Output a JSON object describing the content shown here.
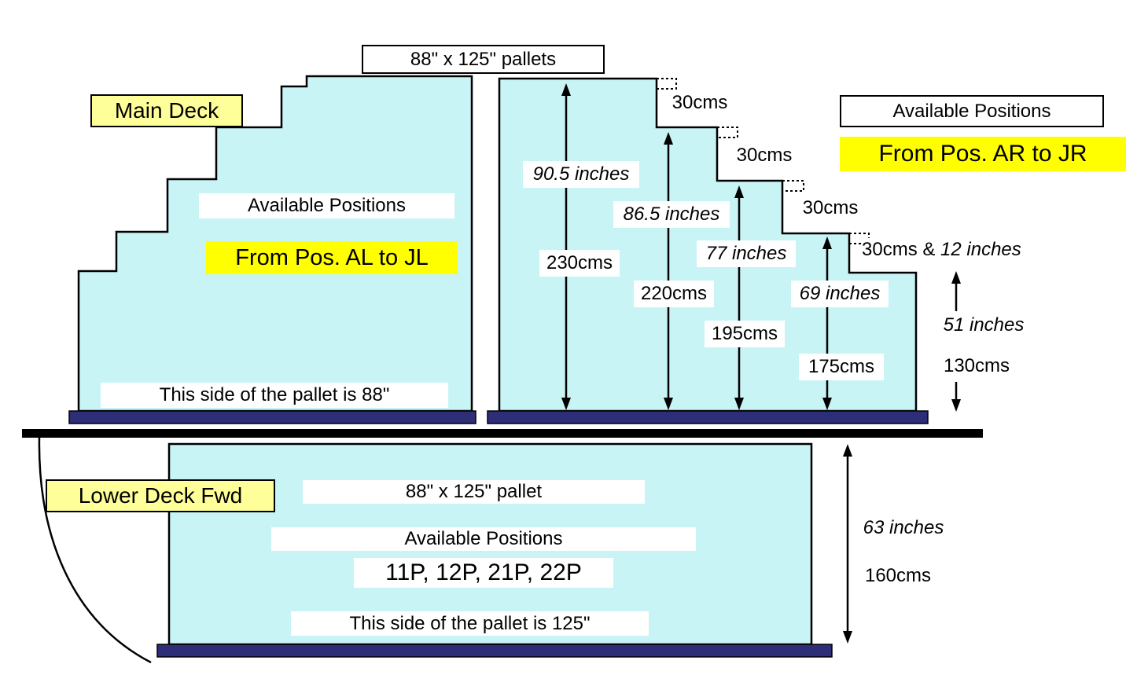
{
  "colors": {
    "cyan": "#c9f4f6",
    "yellow": "#ffff00",
    "pale_yellow": "#ffff99",
    "navy": "#2e2e78"
  },
  "header": {
    "pallets_title": "88\" x 125\" pallets"
  },
  "main_deck": {
    "label": "Main Deck",
    "available_positions": "Available Positions",
    "positions_range": "From Pos. AL to JL",
    "side_note": "This side of the pallet is 88\""
  },
  "right_section": {
    "available_positions": "Available Positions",
    "positions_range": "From Pos. AR to JR",
    "steps": [
      {
        "width_label": "30cms"
      },
      {
        "width_label": "30cms"
      },
      {
        "width_label": "30cms"
      },
      {
        "width_label": "30cms & ",
        "width_label_inches": "12 inches"
      }
    ],
    "heights": [
      {
        "inches": "90.5 inches",
        "cms": "230cms"
      },
      {
        "inches": "86.5 inches",
        "cms": "220cms"
      },
      {
        "inches": "77 inches",
        "cms": "195cms"
      },
      {
        "inches": "69 inches",
        "cms": "175cms"
      },
      {
        "inches": "51 inches",
        "cms": "130cms"
      }
    ]
  },
  "lower_deck": {
    "label": "Lower Deck Fwd",
    "pallet_size": "88\" x 125\" pallet",
    "available_positions": "Available Positions",
    "positions": "11P, 12P, 21P, 22P",
    "side_note": "This side of the pallet is 125\"",
    "height_inches": "63 inches",
    "height_cms": "160cms"
  }
}
